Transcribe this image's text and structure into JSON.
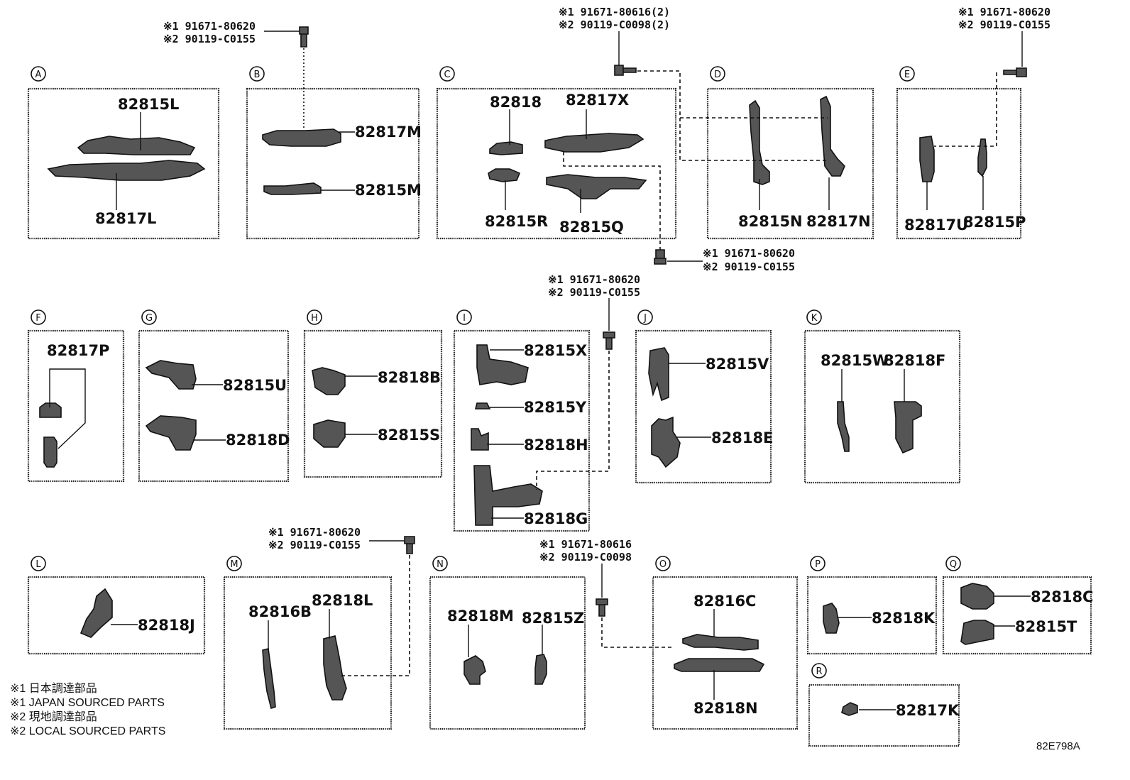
{
  "sections": {
    "A": {
      "letter": "A",
      "parts": [
        "82815L",
        "82817L"
      ]
    },
    "B": {
      "letter": "B",
      "parts": [
        "82817M",
        "82815M"
      ]
    },
    "C": {
      "letter": "C",
      "parts": [
        "82818",
        "82817X",
        "82815R",
        "82815Q"
      ]
    },
    "D": {
      "letter": "D",
      "parts": [
        "82815N",
        "82817N"
      ]
    },
    "E": {
      "letter": "E",
      "parts": [
        "82817U",
        "82815P"
      ]
    },
    "F": {
      "letter": "F",
      "parts": [
        "82817P"
      ]
    },
    "G": {
      "letter": "G",
      "parts": [
        "82815U",
        "82818D"
      ]
    },
    "H": {
      "letter": "H",
      "parts": [
        "82818B",
        "82815S"
      ]
    },
    "I": {
      "letter": "I",
      "parts": [
        "82815X",
        "82815Y",
        "82818H",
        "82818G"
      ]
    },
    "J": {
      "letter": "J",
      "parts": [
        "82815V",
        "82818E"
      ]
    },
    "K": {
      "letter": "K",
      "parts": [
        "82815W",
        "82818F"
      ]
    },
    "L": {
      "letter": "L",
      "parts": [
        "82818J"
      ]
    },
    "M": {
      "letter": "M",
      "parts": [
        "82816B",
        "82818L"
      ]
    },
    "N": {
      "letter": "N",
      "parts": [
        "82818M",
        "82815Z"
      ]
    },
    "O": {
      "letter": "O",
      "parts": [
        "82816C",
        "82818N"
      ]
    },
    "P": {
      "letter": "P",
      "parts": [
        "82818K"
      ]
    },
    "Q": {
      "letter": "Q",
      "parts": [
        "82818C",
        "82815T"
      ]
    },
    "R": {
      "letter": "R",
      "parts": [
        "82817K"
      ]
    }
  },
  "fasteners": [
    {
      "ref1": "※1 91671-80620",
      "ref2": "※2 90119-C0155"
    },
    {
      "ref1": "※1 91671-80616(2)",
      "ref2": "※2 90119-C0098(2)"
    },
    {
      "ref1": "※1 91671-80620",
      "ref2": "※2 90119-C0155"
    },
    {
      "ref1": "※1 91671-80620",
      "ref2": "※2 90119-C0155"
    },
    {
      "ref1": "※1 91671-80620",
      "ref2": "※2 90119-C0155"
    },
    {
      "ref1": "※1 91671-80620",
      "ref2": "※2 90119-C0155"
    },
    {
      "ref1": "※1 91671-80616",
      "ref2": "※2 90119-C0098"
    }
  ],
  "legend": [
    "※1 日本調達部品",
    "※1 JAPAN SOURCED PARTS",
    "※2 現地調達部品",
    "※2 LOCAL SOURCED PARTS"
  ],
  "diagram_code": "82E798A"
}
